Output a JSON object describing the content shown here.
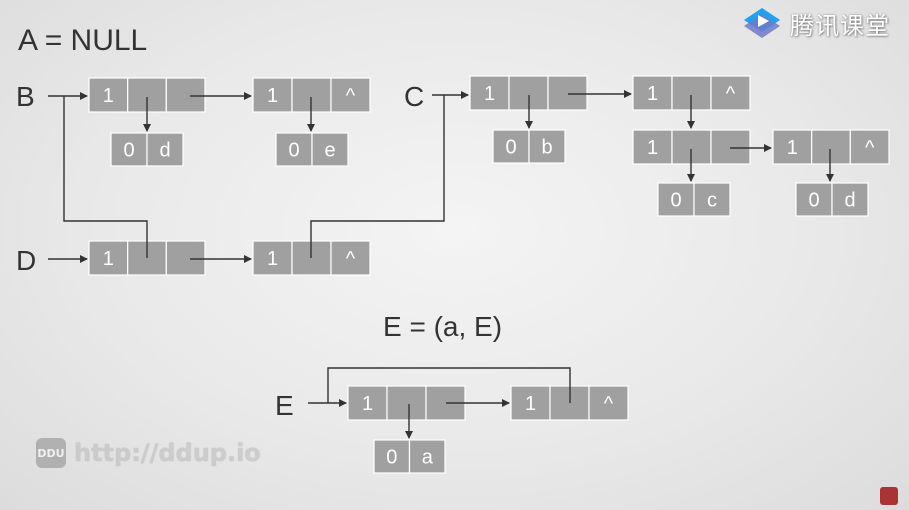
{
  "brand": {
    "name": "腾讯课堂",
    "icon": "play-diamond-icon"
  },
  "labels": {
    "a_null": "A = NULL",
    "b": "B",
    "c": "C",
    "d": "D",
    "e_def": "E = (a,  E)",
    "e": "E"
  },
  "nodes": {
    "b1": [
      "1",
      "",
      ""
    ],
    "b2": [
      "1",
      "",
      "^"
    ],
    "bd": [
      "0",
      "d"
    ],
    "be": [
      "0",
      "e"
    ],
    "c1": [
      "1",
      "",
      ""
    ],
    "c2": [
      "1",
      "",
      "^"
    ],
    "cb": [
      "0",
      "b"
    ],
    "c3": [
      "1",
      "",
      ""
    ],
    "c4": [
      "1",
      "",
      "^"
    ],
    "cc": [
      "0",
      "c"
    ],
    "cd": [
      "0",
      "d"
    ],
    "d1": [
      "1",
      "",
      ""
    ],
    "d2": [
      "1",
      "",
      "^"
    ],
    "e1": [
      "1",
      "",
      ""
    ],
    "e2": [
      "1",
      "",
      "^"
    ],
    "ea": [
      "0",
      "a"
    ]
  },
  "watermark": {
    "badge": "DDU",
    "text": "http://ddup.io"
  },
  "colors": {
    "cell_fill": "#a0a0a0",
    "cell_border": "#ffffff",
    "arrow": "#333333",
    "label": "#333333"
  }
}
